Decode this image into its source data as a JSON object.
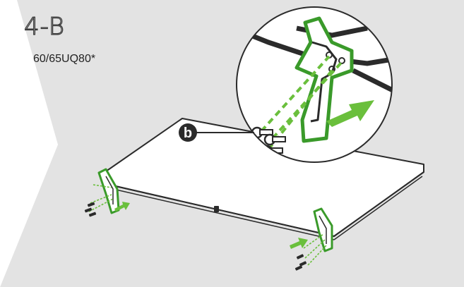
{
  "step": "4-B",
  "model": "60/65UQ80*",
  "part_callout": "b",
  "colors": {
    "background_panel": "#e3e3e3",
    "accent_green": "#6abf3c",
    "highlight_green": "#3a9a2a",
    "arrow_green": "#6abf3c",
    "line_dark": "#2b2b2b"
  },
  "icons": [
    "screw-icon",
    "stand-icon",
    "insert-arrow-icon",
    "callout-b-icon"
  ]
}
